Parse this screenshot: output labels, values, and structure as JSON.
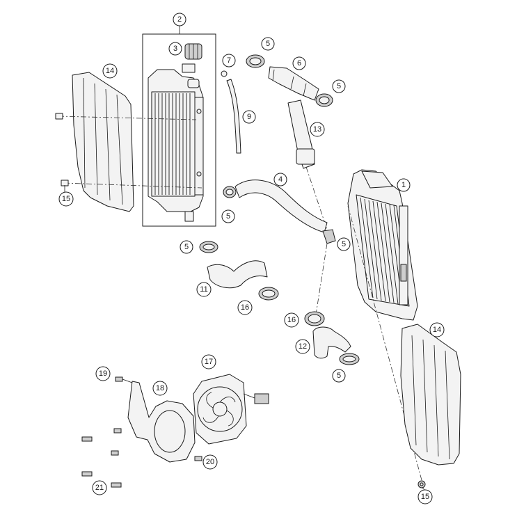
{
  "callouts": [
    {
      "id": "c2",
      "label": "2"
    },
    {
      "id": "c3",
      "label": "3"
    },
    {
      "id": "c14a",
      "label": "14"
    },
    {
      "id": "c15a",
      "label": "15"
    },
    {
      "id": "c7",
      "label": "7"
    },
    {
      "id": "c9",
      "label": "9"
    },
    {
      "id": "c5a",
      "label": "5"
    },
    {
      "id": "c6",
      "label": "6"
    },
    {
      "id": "c5b",
      "label": "5"
    },
    {
      "id": "c13",
      "label": "13"
    },
    {
      "id": "c4",
      "label": "4"
    },
    {
      "id": "c5c",
      "label": "5"
    },
    {
      "id": "c1",
      "label": "1"
    },
    {
      "id": "c5d",
      "label": "5"
    },
    {
      "id": "c5e",
      "label": "5"
    },
    {
      "id": "c11",
      "label": "11"
    },
    {
      "id": "c16a",
      "label": "16"
    },
    {
      "id": "c16b",
      "label": "16"
    },
    {
      "id": "c14b",
      "label": "14"
    },
    {
      "id": "c12",
      "label": "12"
    },
    {
      "id": "c5f",
      "label": "5"
    },
    {
      "id": "c17",
      "label": "17"
    },
    {
      "id": "c19",
      "label": "19"
    },
    {
      "id": "c18",
      "label": "18"
    },
    {
      "id": "c20",
      "label": "20"
    },
    {
      "id": "c21",
      "label": "21"
    },
    {
      "id": "c15b",
      "label": "15"
    }
  ]
}
